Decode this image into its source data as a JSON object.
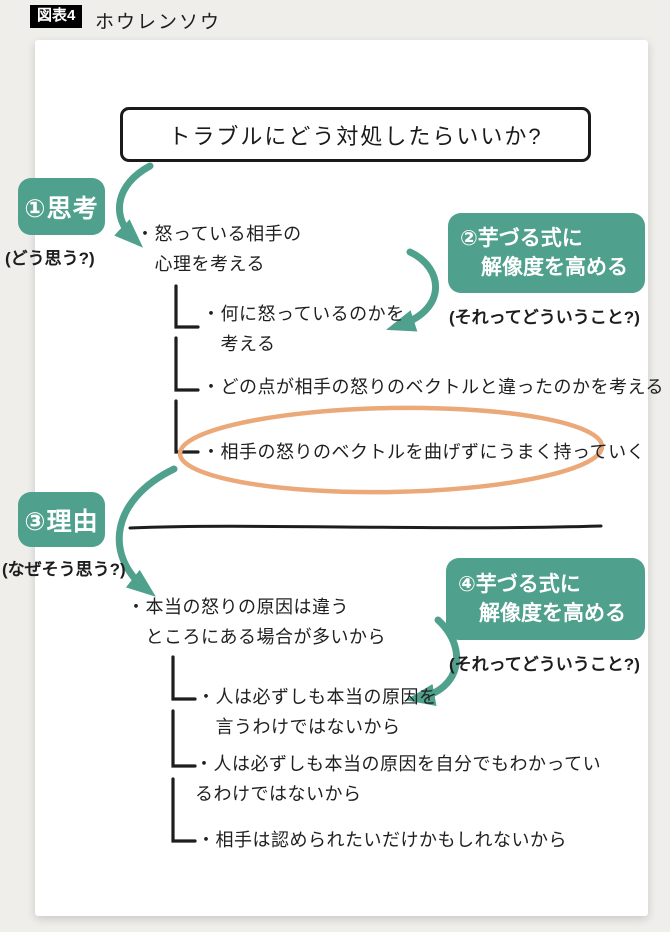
{
  "header": {
    "figure_label": "図表4",
    "title": "ホウレンソウ"
  },
  "colors": {
    "teal": "#4FA08C",
    "orange": "#EBA878",
    "ink": "#1D1D1D",
    "background": "#EFEEEB",
    "card": "#FFFFFF"
  },
  "diagram": {
    "question": "トラブルにどう対処したらいいか?",
    "step1": {
      "label": "①思考",
      "sub": "(どう思う?)"
    },
    "step2": {
      "label": "②芋づる式に\n　解像度を高める",
      "sub": "(それってどういうこと?)"
    },
    "step3": {
      "label": "③理由",
      "sub": "(なぜそう思う?)"
    },
    "step4": {
      "label": "④芋づる式に\n　解像度を高める",
      "sub": "(それってどういうこと?)"
    },
    "thought": {
      "main": "・怒っている相手の\n　心理を考える",
      "children": [
        "・何に怒っているのかを\n　考える",
        "・どの点が相手の怒りのベクトルと違ったのかを考える",
        "・相手の怒りのベクトルを曲げずにうまく持っていく"
      ]
    },
    "reason": {
      "main": "・本当の怒りの原因は違う\n　ところにある場合が多いから",
      "children": [
        "・人は必ずしも本当の原因を\n　言うわけではないから",
        "・人は必ずしも本当の原因を自分でもわかってい\nるわけではないから",
        "・相手は認められたいだけかもしれないから"
      ]
    }
  }
}
